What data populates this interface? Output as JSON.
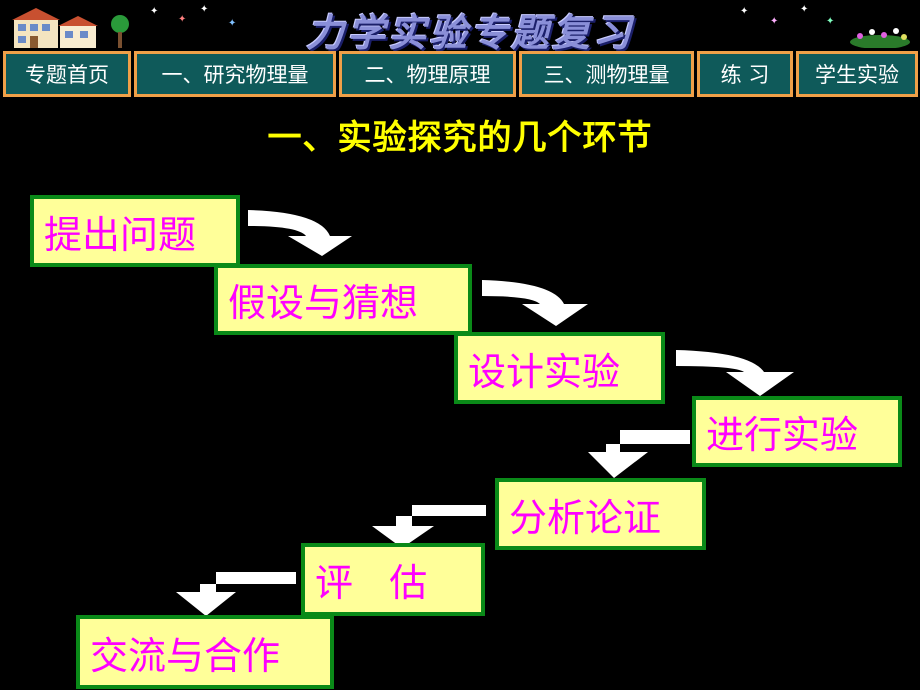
{
  "banner": {
    "title": "力学实验专题复习"
  },
  "nav": [
    {
      "label": "专题首页"
    },
    {
      "label": "一、研究物理量"
    },
    {
      "label": "二、物理原理"
    },
    {
      "label": "三、测物理量"
    },
    {
      "label": "练 习"
    },
    {
      "label": "学生实验"
    }
  ],
  "heading": "一、实验探究的几个环节",
  "steps": [
    {
      "label": "提出问题"
    },
    {
      "label": "假设与猜想"
    },
    {
      "label": "设计实验"
    },
    {
      "label": "进行实验"
    },
    {
      "label": "分析论证"
    },
    {
      "label": "评   估"
    },
    {
      "label": "交流与合作"
    }
  ],
  "colors": {
    "step_fill": "#ffff99",
    "step_border": "#0a8a18",
    "step_text": "#ff00ff",
    "nav_fill": "#0f5a5a",
    "nav_border": "#f0a048",
    "heading": "#ffff00"
  }
}
